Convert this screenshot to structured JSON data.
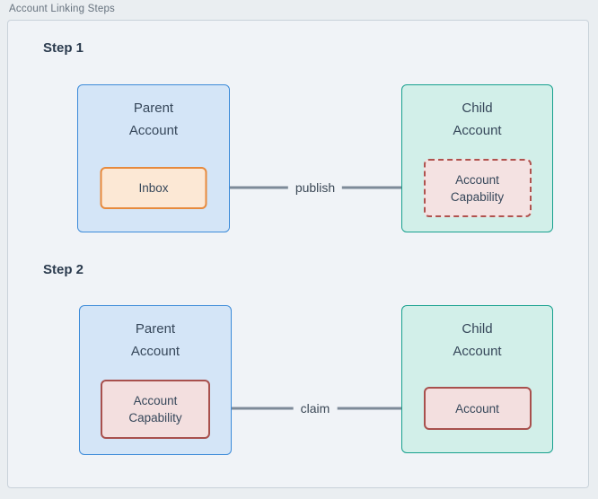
{
  "panel_label": "Account Linking Steps",
  "colors": {
    "panel_bg": "#f0f3f7",
    "panel_border": "#c9d2da",
    "parent_box_fill": "#d4e5f7",
    "parent_box_border": "#3c8bd9",
    "child_box_fill": "#d2efe9",
    "child_box_border": "#17a08e",
    "inbox_fill": "#fce8d5",
    "inbox_border": "#e78a3d",
    "capability_fill": "#f4e2e2",
    "capability_border": "#b0524e",
    "arrow": "#7d8a98",
    "text": "#36475a"
  },
  "steps": [
    {
      "heading": "Step 1",
      "parent_box": {
        "title": "Parent\nAccount",
        "inner_label": "Inbox"
      },
      "child_box": {
        "title": "Child\nAccount",
        "inner_label": "Account\nCapability"
      },
      "arrow": {
        "label": "publish",
        "direction": "right-to-left"
      }
    },
    {
      "heading": "Step 2",
      "parent_box": {
        "title": "Parent\nAccount",
        "inner_label": "Account\nCapability"
      },
      "child_box": {
        "title": "Child\nAccount",
        "inner_label": "Account"
      },
      "arrow": {
        "label": "claim",
        "direction": "left-to-right"
      }
    }
  ]
}
